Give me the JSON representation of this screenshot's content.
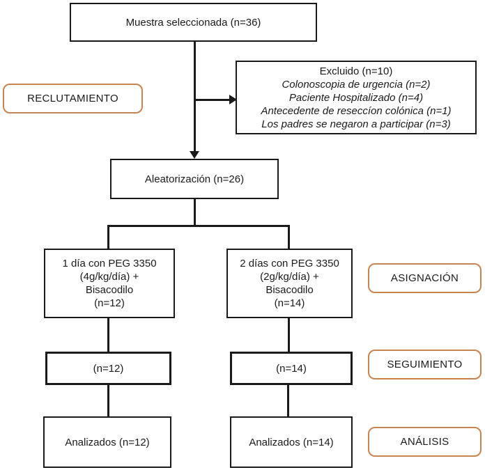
{
  "diagram": {
    "boxes": {
      "selected": "Muestra seleccionada (n=36)",
      "excluded": {
        "title": "Excluido (n=10)",
        "reasons": [
          "Colonoscopia de urgencia (n=2)",
          "Paciente Hospitalizado (n=4)",
          "Antecedente de reseccíon colónica (n=1)",
          "Los padres se negaron a participar (n=3)"
        ]
      },
      "randomization": "Aleatorización (n=26)",
      "arm1": {
        "lines": [
          "1 día con PEG 3350",
          "(4g/kg/día) +",
          "Bisacodilo",
          "(n=12)"
        ]
      },
      "arm2": {
        "lines": [
          "2 días con PEG 3350",
          "(2g/kg/día) +",
          "Bisacodilo",
          "(n=14)"
        ]
      },
      "followup1": "(n=12)",
      "followup2": "(n=14)",
      "analyzed1": "Analizados (n=12)",
      "analyzed2": "Analizados (n=14)"
    },
    "stage_labels": {
      "recruitment": "RECLUTAMIENTO",
      "assignment": "ASIGNACIÓN",
      "followup": "SEGUIMIENTO",
      "analysis": "ANÁLISIS"
    },
    "colors": {
      "stage_border": "#c9834f",
      "line": "#1a1a1a",
      "background": "#ffffff"
    }
  }
}
